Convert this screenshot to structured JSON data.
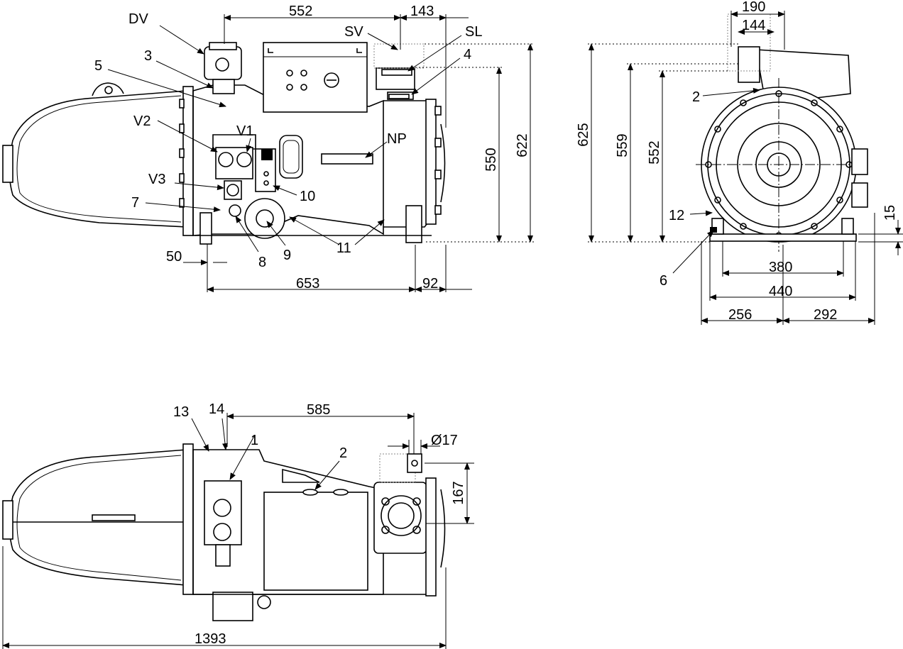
{
  "labels": {
    "dv": "DV",
    "sv": "SV",
    "sl": "SL",
    "v1": "V1",
    "v2": "V2",
    "v3": "V3",
    "np": "NP",
    "n1": "1",
    "n2a": "2",
    "n2b": "2",
    "n3": "3",
    "n4": "4",
    "n5": "5",
    "n6": "6",
    "n7": "7",
    "n8": "8",
    "n9": "9",
    "n10": "10",
    "n11": "11",
    "n12": "12",
    "n13": "13",
    "n14": "14"
  },
  "dimensions": {
    "d552_top": "552",
    "d143": "143",
    "d550": "550",
    "d622": "622",
    "d50": "50",
    "d653": "653",
    "d92": "92",
    "d190": "190",
    "d144": "144",
    "d625": "625",
    "d559": "559",
    "d552_side": "552",
    "d15": "15",
    "d380": "380",
    "d440": "440",
    "d256": "256",
    "d292": "292",
    "d585": "585",
    "d17": "Ø17",
    "d167": "167",
    "d1393": "1393"
  }
}
